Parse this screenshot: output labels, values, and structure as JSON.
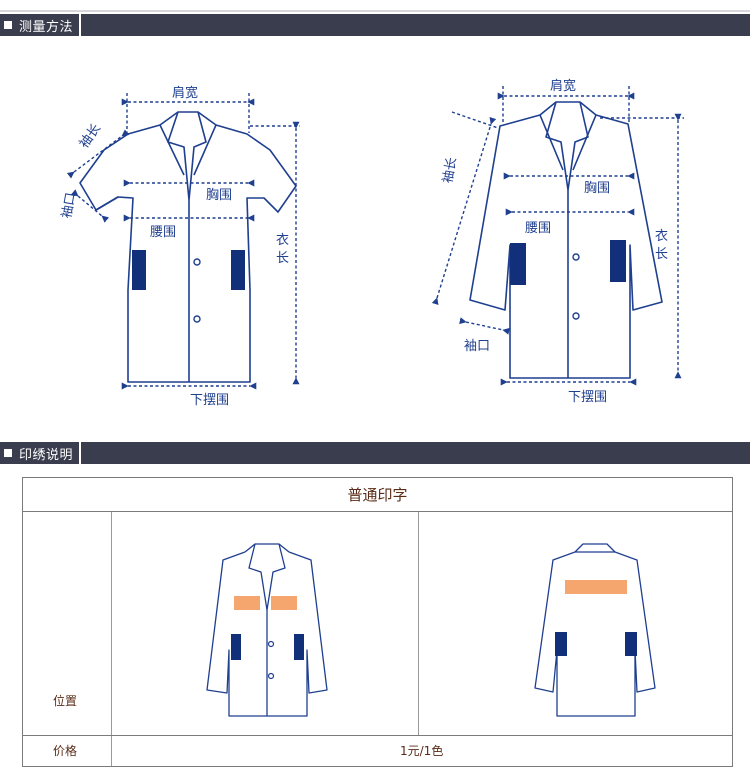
{
  "sections": {
    "measure": {
      "title": "测量方法"
    },
    "print": {
      "title": "印绣说明"
    }
  },
  "measurements": {
    "shoulder_width": "肩宽",
    "sleeve_length": "袖长",
    "cuff": "袖口",
    "chest": "胸围",
    "waist": "腰围",
    "length_top": "衣",
    "length_bottom": "长",
    "hem": "下摆围"
  },
  "print_table": {
    "title": "普通印字",
    "position_label": "位置",
    "price_label": "价格",
    "price_value": "1元/1色"
  },
  "colors": {
    "outline": "#1f3f8f",
    "pocket": "#12307a",
    "print_mark": "#f5a66e",
    "header_bar": "#3a3d4d",
    "table_text": "#5a2c17"
  }
}
